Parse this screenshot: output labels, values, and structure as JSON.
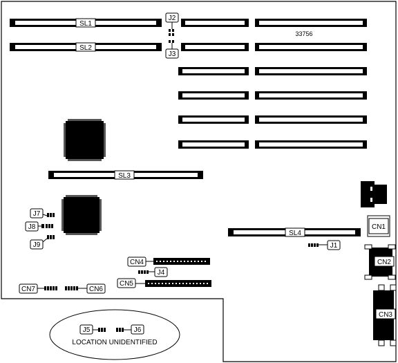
{
  "figure_number": "33756",
  "slots": {
    "sl1": "SL1",
    "sl2": "SL2",
    "sl3": "SL3",
    "sl4": "SL4"
  },
  "connectors": {
    "cn1": "CN1",
    "cn2": "CN2",
    "cn3": "CN3",
    "cn4": "CN4",
    "cn5": "CN5",
    "cn6": "CN6",
    "cn7": "CN7"
  },
  "jumpers": {
    "j1": "J1",
    "j2": "J2",
    "j3": "J3",
    "j4": "J4",
    "j5": "J5",
    "j6": "J6",
    "j7": "J7",
    "j8": "J8",
    "j9": "J9"
  },
  "inset": {
    "caption": "LOCATION UNIDENTIFIED"
  }
}
